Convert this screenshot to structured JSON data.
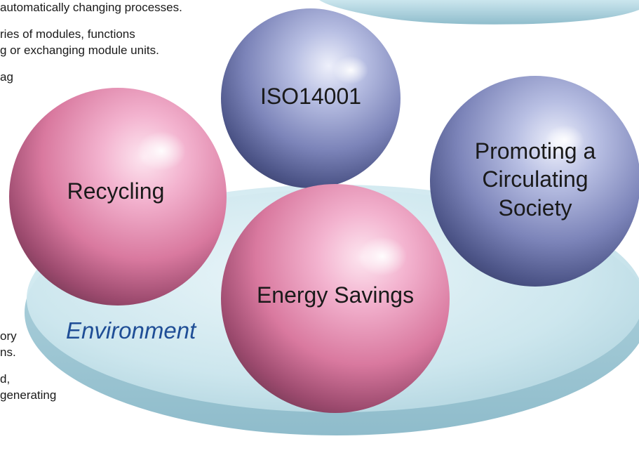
{
  "background_text": {
    "line1": "automatically changing processes.",
    "line2": "ries of modules, functions",
    "line3": "g or exchanging module units.",
    "line4": "ag",
    "line5": "ory",
    "line6": "ns.",
    "line7": "d,",
    "line8": "generating"
  },
  "spheres": {
    "iso": "ISO14001",
    "recycling": "Recycling",
    "circulating": [
      "Promoting a",
      "Circulating",
      "Society"
    ],
    "energy": "Energy Savings"
  },
  "environment_label": "Environment",
  "colors": {
    "pink_sphere": "#e48bb2",
    "blue_sphere": "#7e86bb",
    "platform": "#c6e4ec",
    "environment_text": "#1f4e96"
  }
}
